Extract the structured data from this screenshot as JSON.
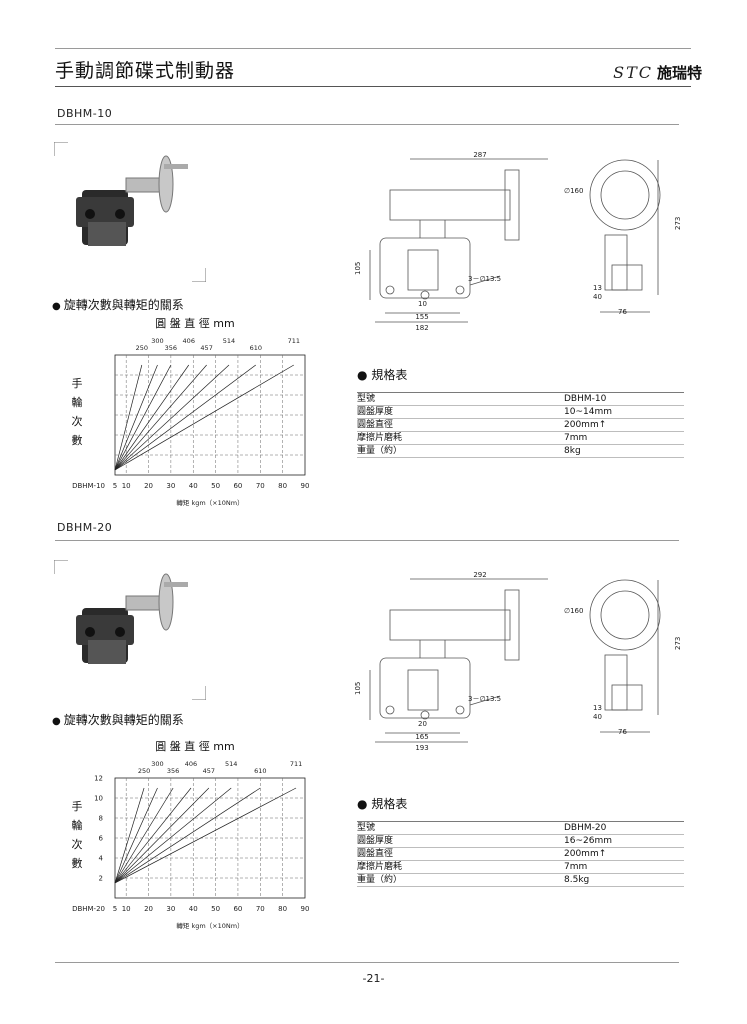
{
  "header": {
    "title": "手動調節碟式制動器",
    "brand_latin": "STC",
    "brand_cn": "施瑞特"
  },
  "sections": [
    {
      "model": "DBHM-10",
      "graph_caption": "旋轉次數與轉矩的關系",
      "chart_title": "圓 盤 直 徑   mm",
      "spec_title": "規格表",
      "specs": [
        {
          "label": "型號",
          "value": "DBHM-10"
        },
        {
          "label": "圓盤厚度",
          "value": "10~14mm"
        },
        {
          "label": "圓盤直徑",
          "value": "200mm↑"
        },
        {
          "label": "摩擦片磨耗",
          "value": "7mm"
        },
        {
          "label": "重量（約）",
          "value": "8kg"
        }
      ],
      "drawing": {
        "dim_top": "287",
        "dim_105": "105",
        "dim_10": "10",
        "dim_155": "155",
        "dim_182": "182",
        "holes": "3－∅13.5",
        "dia": "∅160",
        "dim_273": "273",
        "dim_13": "13",
        "dim_40": "40",
        "dim_76": "76"
      }
    },
    {
      "model": "DBHM-20",
      "graph_caption": "旋轉次數與轉矩的關系",
      "chart_title": "圓 盤 直 徑   mm",
      "spec_title": "規格表",
      "specs": [
        {
          "label": "型號",
          "value": "DBHM-20"
        },
        {
          "label": "圓盤厚度",
          "value": "16~26mm"
        },
        {
          "label": "圓盤直徑",
          "value": "200mm↑"
        },
        {
          "label": "摩擦片磨耗",
          "value": "7mm"
        },
        {
          "label": "重量（約）",
          "value": "8.5kg"
        }
      ],
      "drawing": {
        "dim_top": "292",
        "dim_105": "105",
        "dim_10": "20",
        "dim_155": "165",
        "dim_182": "193",
        "holes": "3－∅13.5",
        "dia": "∅160",
        "dim_273": "273",
        "dim_13": "13",
        "dim_40": "40",
        "dim_76": "76"
      }
    }
  ],
  "chart_data": [
    {
      "type": "line",
      "title": "圓 盤 直 徑   mm",
      "xlabel": "轉矩 kgm（×10Nm）",
      "ylabel": "手 輪 次 數",
      "x_axis_model_label": "DBHM-10",
      "xlim": [
        5,
        90
      ],
      "x_ticks": [
        5,
        10,
        20,
        30,
        40,
        50,
        60,
        70,
        80,
        90
      ],
      "ylim": [
        0,
        12
      ],
      "y_ticks": [],
      "grid": true,
      "series": [
        {
          "name": "250",
          "x": [
            5,
            17
          ],
          "y": [
            0.5,
            11
          ]
        },
        {
          "name": "300",
          "x": [
            5,
            24
          ],
          "y": [
            0.5,
            11
          ]
        },
        {
          "name": "356",
          "x": [
            5,
            30
          ],
          "y": [
            0.5,
            11
          ]
        },
        {
          "name": "406",
          "x": [
            5,
            38
          ],
          "y": [
            0.5,
            11
          ]
        },
        {
          "name": "457",
          "x": [
            5,
            46
          ],
          "y": [
            0.5,
            11
          ]
        },
        {
          "name": "514",
          "x": [
            5,
            56
          ],
          "y": [
            0.5,
            11
          ]
        },
        {
          "name": "610",
          "x": [
            5,
            68
          ],
          "y": [
            0.5,
            11
          ]
        },
        {
          "name": "711",
          "x": [
            5,
            85
          ],
          "y": [
            0.5,
            11
          ]
        }
      ]
    },
    {
      "type": "line",
      "title": "圓 盤 直 徑   mm",
      "xlabel": "轉矩 kgm（×10Nm）",
      "ylabel": "手 輪 次 數",
      "x_axis_model_label": "DBHM-20",
      "xlim": [
        5,
        90
      ],
      "x_ticks": [
        5,
        10,
        20,
        30,
        40,
        50,
        60,
        70,
        80,
        90
      ],
      "ylim": [
        0,
        12
      ],
      "y_ticks": [
        2,
        4,
        6,
        8,
        10,
        12
      ],
      "grid": true,
      "series": [
        {
          "name": "250",
          "x": [
            5,
            18
          ],
          "y": [
            1.5,
            11
          ]
        },
        {
          "name": "300",
          "x": [
            5,
            24
          ],
          "y": [
            1.5,
            11
          ]
        },
        {
          "name": "356",
          "x": [
            5,
            31
          ],
          "y": [
            1.5,
            11
          ]
        },
        {
          "name": "406",
          "x": [
            5,
            39
          ],
          "y": [
            1.5,
            11
          ]
        },
        {
          "name": "457",
          "x": [
            5,
            47
          ],
          "y": [
            1.5,
            11
          ]
        },
        {
          "name": "514",
          "x": [
            5,
            57
          ],
          "y": [
            1.5,
            11
          ]
        },
        {
          "name": "610",
          "x": [
            5,
            70
          ],
          "y": [
            1.5,
            11
          ]
        },
        {
          "name": "711",
          "x": [
            5,
            86
          ],
          "y": [
            1.5,
            11
          ]
        }
      ]
    }
  ],
  "footer": {
    "page_number": "-21-"
  }
}
